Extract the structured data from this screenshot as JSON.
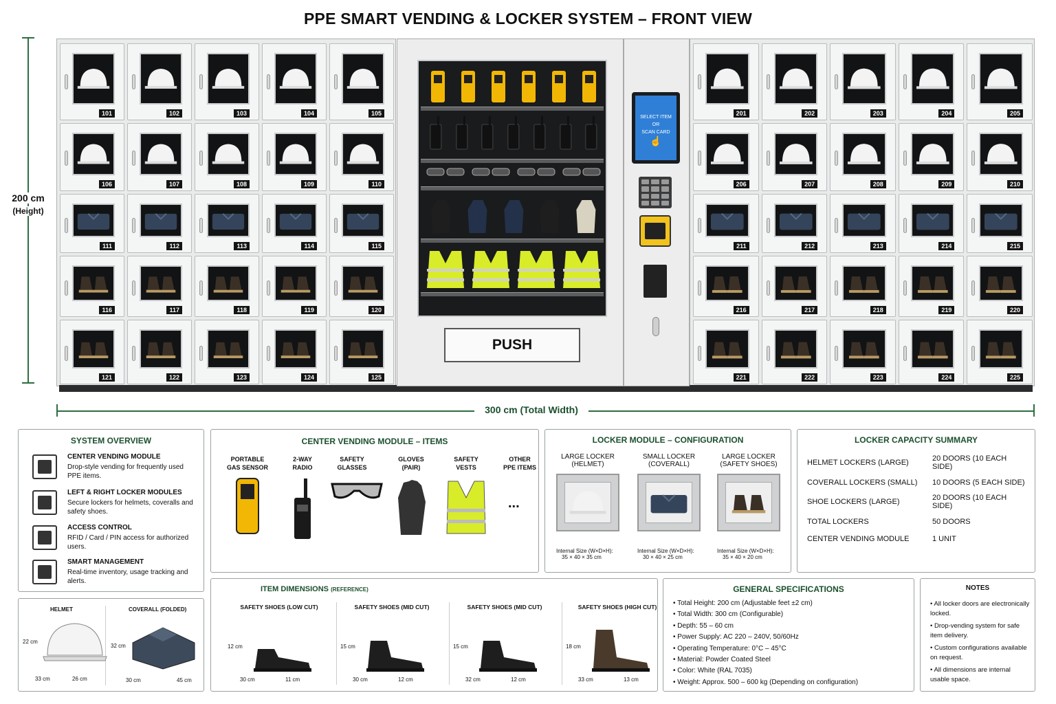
{
  "title": "PPE SMART VENDING & LOCKER SYSTEM – FRONT VIEW",
  "dimensions": {
    "height": "200 cm",
    "height_sub": "(Height)",
    "width": "300 cm (Total Width)"
  },
  "left_lockers": [
    "101",
    "102",
    "103",
    "104",
    "105",
    "106",
    "107",
    "108",
    "109",
    "110",
    "111",
    "112",
    "113",
    "114",
    "115",
    "116",
    "117",
    "118",
    "119",
    "120",
    "121",
    "122",
    "123",
    "124",
    "125"
  ],
  "right_lockers": [
    "201",
    "202",
    "203",
    "204",
    "205",
    "206",
    "207",
    "208",
    "209",
    "210",
    "211",
    "212",
    "213",
    "214",
    "215",
    "216",
    "217",
    "218",
    "219",
    "220",
    "221",
    "222",
    "223",
    "224",
    "225"
  ],
  "locker_row_contents": [
    "helmet",
    "helmet",
    "coverall",
    "shoes",
    "shoes"
  ],
  "vending": {
    "push_label": "PUSH",
    "shelves": [
      "gas-sensor",
      "radio",
      "glasses",
      "gloves",
      "vest"
    ]
  },
  "control": {
    "screen_line1": "SELECT ITEM",
    "screen_line2": "OR",
    "screen_line3": "SCAN CARD"
  },
  "colors": {
    "accent": "#1b4f2c",
    "vest": "#d8ec2a",
    "sensor": "#f2b705",
    "screen": "#2f7fd6"
  },
  "overview": {
    "heading": "SYSTEM OVERVIEW",
    "items": [
      {
        "title": "CENTER VENDING MODULE",
        "desc": "Drop-style vending for frequently used PPE items.",
        "icon": "vending-icon"
      },
      {
        "title": "LEFT & RIGHT LOCKER MODULES",
        "desc": "Secure lockers for helmets, coveralls and safety shoes.",
        "icon": "locker-icon"
      },
      {
        "title": "ACCESS CONTROL",
        "desc": "RFID / Card / PIN access for authorized users.",
        "icon": "card-access-icon"
      },
      {
        "title": "SMART MANAGEMENT",
        "desc": "Real-time inventory, usage tracking and alerts.",
        "icon": "chart-icon"
      }
    ]
  },
  "center_items": {
    "heading": "CENTER VENDING MODULE – ITEMS",
    "items": [
      {
        "l1": "PORTABLE",
        "l2": "GAS SENSOR"
      },
      {
        "l1": "2-WAY",
        "l2": "RADIO"
      },
      {
        "l1": "SAFETY",
        "l2": "GLASSES"
      },
      {
        "l1": "GLOVES",
        "l2": "(PAIR)"
      },
      {
        "l1": "SAFETY",
        "l2": "VESTS"
      },
      {
        "l1": "OTHER",
        "l2": "PPE ITEMS"
      }
    ],
    "ellipsis": "..."
  },
  "locker_config": {
    "heading": "LOCKER MODULE – CONFIGURATION",
    "items": [
      {
        "l1": "LARGE LOCKER",
        "l2": "(HELMET)",
        "size_label": "Internal Size (W×D×H):",
        "size": "35 × 40 × 35 cm"
      },
      {
        "l1": "SMALL LOCKER",
        "l2": "(COVERALL)",
        "size_label": "Internal Size (W×D×H):",
        "size": "30 × 40 × 25 cm"
      },
      {
        "l1": "LARGE LOCKER",
        "l2": "(SAFETY SHOES)",
        "size_label": "Internal Size (W×D×H):",
        "size": "35 × 40 × 20 cm"
      }
    ]
  },
  "capacity": {
    "heading": "LOCKER CAPACITY SUMMARY",
    "rows": [
      {
        "k": "HELMET LOCKERS (LARGE)",
        "v": "20 DOORS (10 EACH SIDE)"
      },
      {
        "k": "COVERALL LOCKERS (SMALL)",
        "v": "10 DOORS (5 EACH SIDE)"
      },
      {
        "k": "SHOE LOCKERS (LARGE)",
        "v": "20 DOORS (10 EACH SIDE)"
      },
      {
        "k": "TOTAL LOCKERS",
        "v": "50 DOORS"
      },
      {
        "k": "CENTER VENDING MODULE",
        "v": "1 UNIT"
      }
    ]
  },
  "item_dims": {
    "heading": "ITEM DIMENSIONS",
    "heading_sub": "(REFERENCE)",
    "helmet": {
      "label": "HELMET",
      "h": "22 cm",
      "w": "33 cm",
      "d": "26 cm"
    },
    "coverall": {
      "label": "COVERALL (FOLDED)",
      "h": "32 cm",
      "w": "30 cm",
      "d": "45 cm"
    },
    "shoes": [
      {
        "label": "SAFETY SHOES (LOW CUT)",
        "h": "12 cm",
        "w": "30 cm",
        "d": "11 cm"
      },
      {
        "label": "SAFETY SHOES (MID CUT)",
        "h": "15 cm",
        "w": "30 cm",
        "d": "12 cm"
      },
      {
        "label": "SAFETY SHOES (MID CUT)",
        "h": "15 cm",
        "w": "32 cm",
        "d": "12 cm"
      },
      {
        "label": "SAFETY SHOES (HIGH CUT)",
        "h": "18 cm",
        "w": "33 cm",
        "d": "13 cm"
      }
    ]
  },
  "general": {
    "heading": "GENERAL SPECIFICATIONS",
    "items": [
      "Total Height: 200 cm (Adjustable feet ±2 cm)",
      "Total Width: 300 cm (Configurable)",
      "Depth: 55 – 60 cm",
      "Power Supply: AC 220 – 240V, 50/60Hz",
      "Operating Temperature: 0°C – 45°C",
      "Material: Powder Coated Steel",
      "Color: White (RAL 7035)",
      "Weight: Approx. 500 – 600 kg (Depending on configuration)"
    ]
  },
  "notes": {
    "heading": "NOTES",
    "items": [
      "All locker doors are electronically locked.",
      "Drop-vending system for safe item delivery.",
      "Custom configurations available on request.",
      "All dimensions are internal usable space."
    ]
  }
}
